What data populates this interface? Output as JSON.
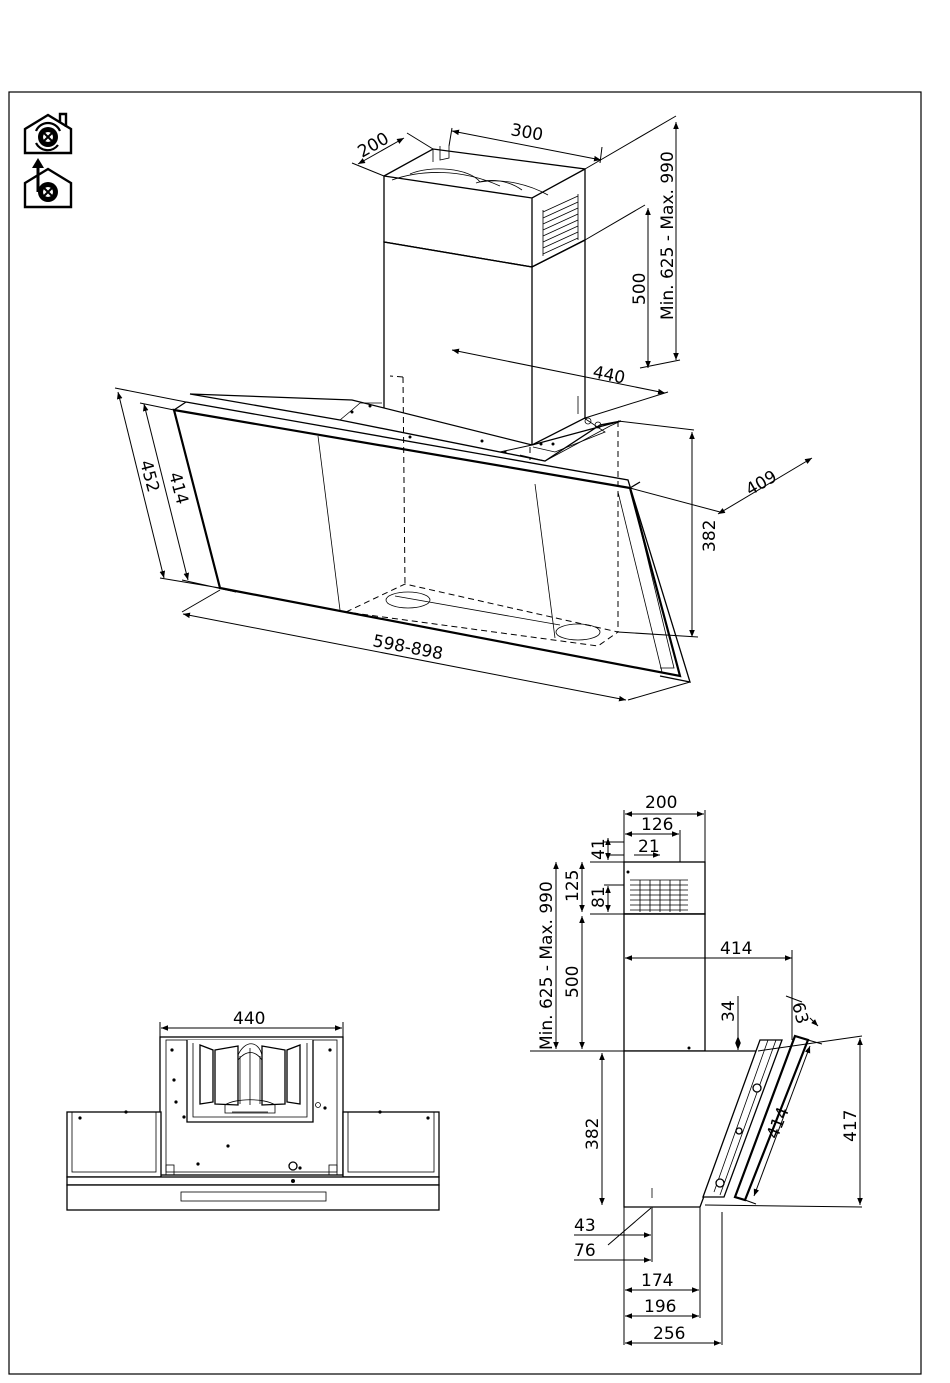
{
  "icons": {
    "recirculation": "recirculation-mode-icon",
    "extraction": "extraction-mode-icon"
  },
  "view_top": {
    "w_chimney": "300",
    "d_chimney": "200",
    "h_chimney": "Min. 625  -  Max. 990",
    "h_upper": "500",
    "w_body": "440",
    "d_depth": "409",
    "h_body": "382",
    "h_glass_outer": "452",
    "h_glass_inner": "414",
    "w_glass": "598-898"
  },
  "view_front": {
    "w_body": "440"
  },
  "view_side": {
    "d_total": "200",
    "d_126": "126",
    "d_21": "21",
    "h_41": "41",
    "h_125": "125",
    "h_81": "81",
    "h_chimney": "Min. 625  -  Max. 990",
    "h_500": "500",
    "d_414": "414",
    "h_34": "34",
    "d_63": "63",
    "h_382": "382",
    "l_glass": "414",
    "h_417": "417",
    "d_43": "43",
    "d_76": "76",
    "d_174": "174",
    "d_196": "196",
    "d_256": "256"
  }
}
